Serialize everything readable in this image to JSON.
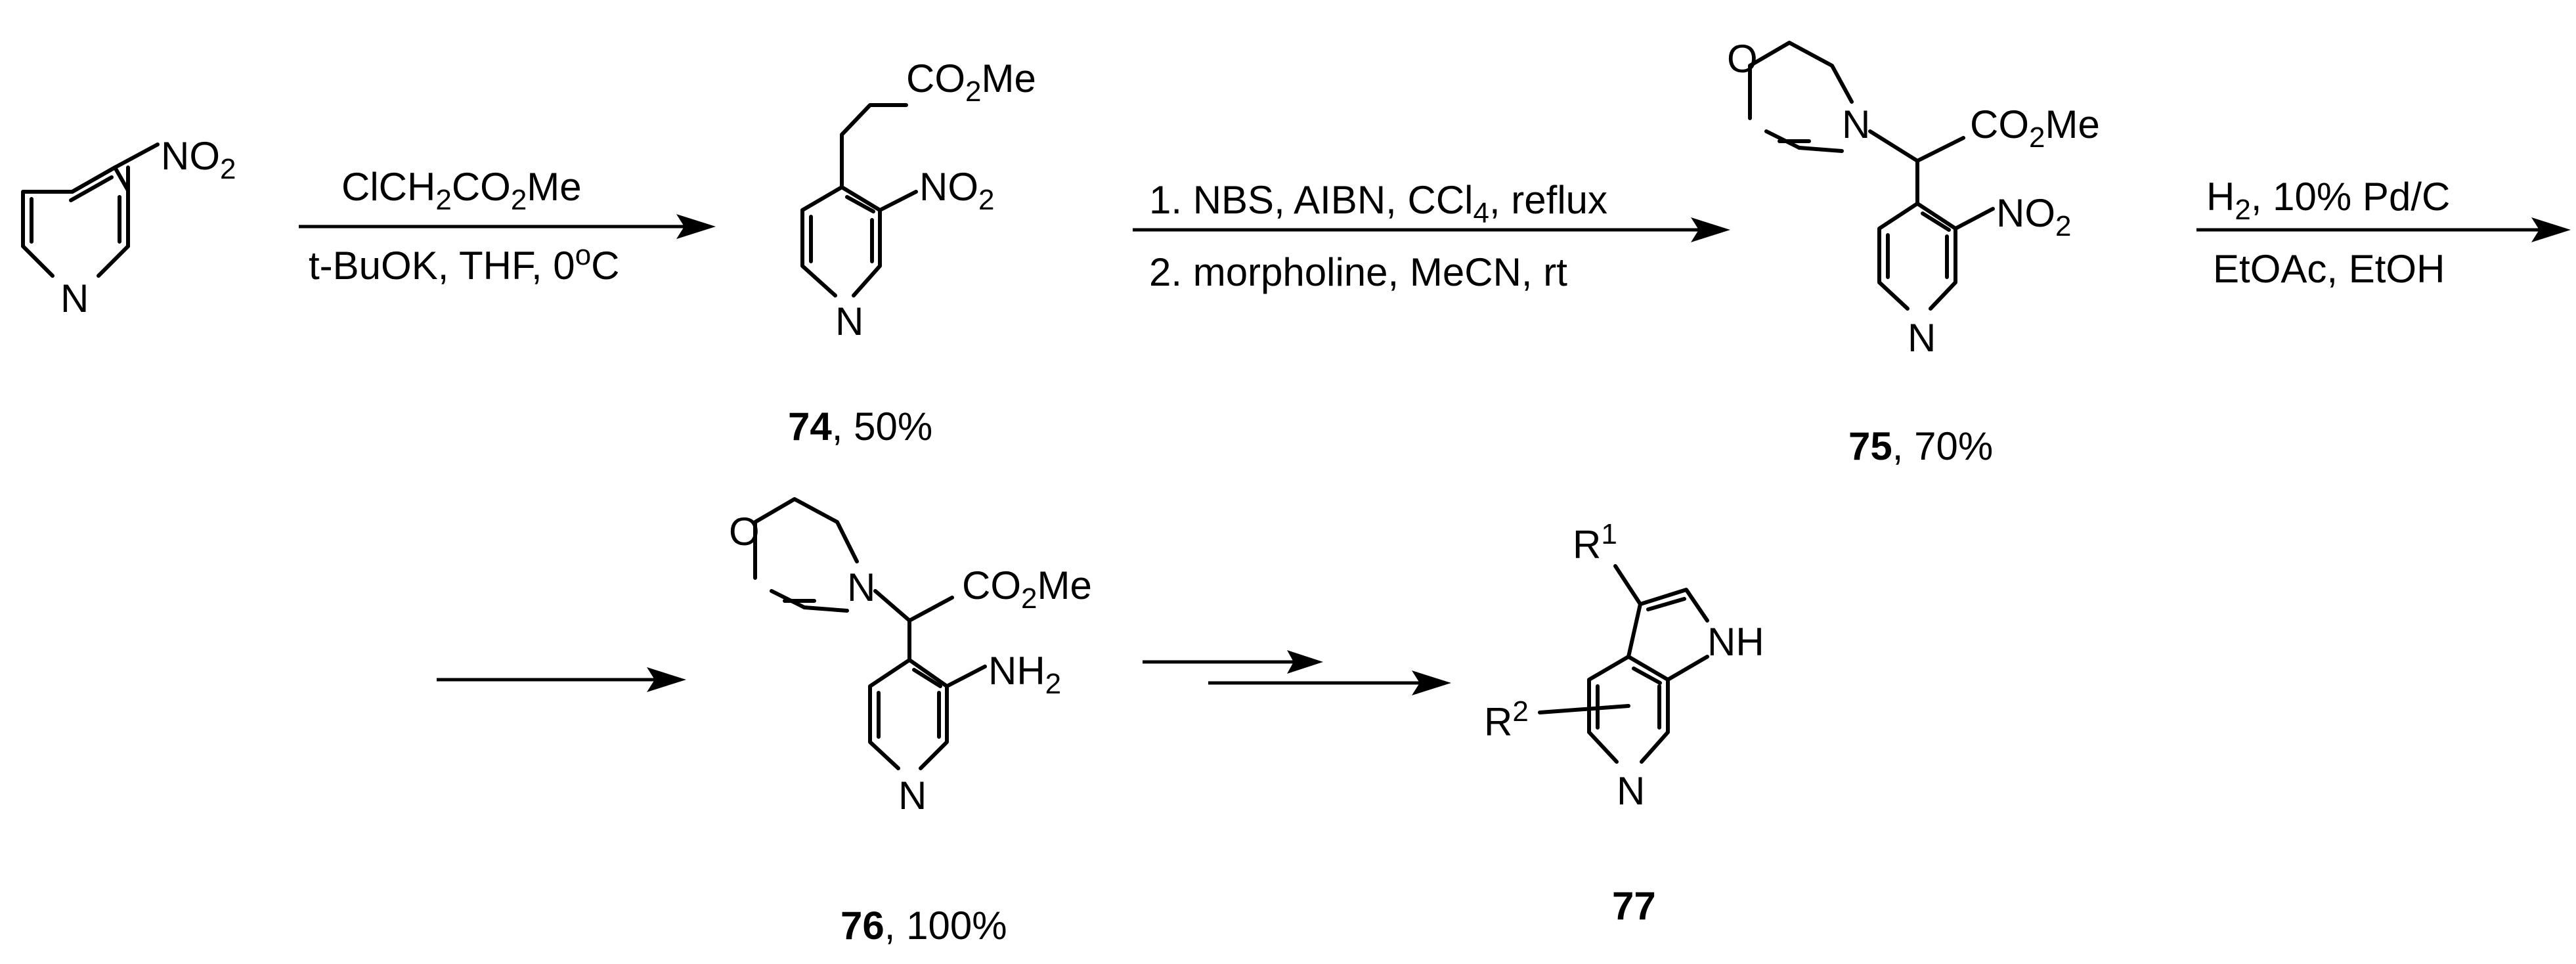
{
  "scheme": {
    "reagents": {
      "step1": {
        "line1": [
          "ClCH",
          "2",
          "CO",
          "2",
          "Me"
        ],
        "line2": [
          "t-BuOK, THF, 0",
          "o",
          "C"
        ]
      },
      "step2": {
        "line1": [
          "1. NBS, AIBN, CCl",
          "4",
          ", reflux"
        ],
        "line2": "2. morpholine, MeCN, rt"
      },
      "step3": {
        "line1": [
          "H",
          "2",
          ", 10% Pd/C"
        ],
        "line2": "EtOAc, EtOH"
      }
    },
    "atoms": {
      "N": "N",
      "O": "O",
      "NO2": [
        "NO",
        "2"
      ],
      "NH2": [
        "NH",
        "2"
      ],
      "CO2Me": [
        "CO",
        "2",
        "Me"
      ],
      "NH": "NH",
      "R1": [
        "R",
        "1"
      ],
      "R2": [
        "R",
        "2"
      ]
    },
    "compounds": {
      "c74": {
        "number": "74",
        "yield": ", 50%"
      },
      "c75": {
        "number": "75",
        "yield": ", 70%"
      },
      "c76": {
        "number": "76",
        "yield": ", 100%"
      },
      "c77": {
        "number": "77"
      }
    }
  }
}
